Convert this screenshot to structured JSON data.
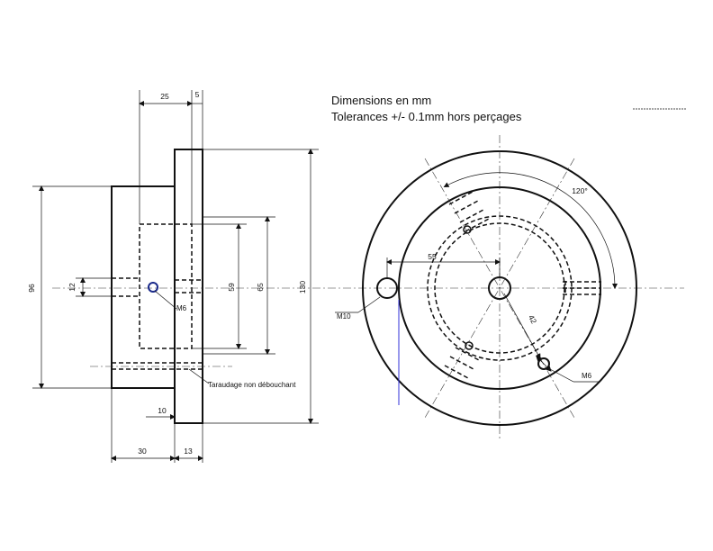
{
  "notes": {
    "line1": "Dimensions en mm",
    "line2": "Tolerances +/- 0.1mm hors perçages"
  },
  "side_view": {
    "dims": {
      "d25": "25",
      "d5": "5",
      "d96": "96",
      "d12": "12",
      "d59": "59",
      "d65": "65",
      "d130": "130",
      "d10": "10",
      "d30": "30",
      "d13": "13"
    },
    "labels": {
      "m6": "M6",
      "tapping": "Taraudage non débouchant"
    }
  },
  "front_view": {
    "dims": {
      "d55": "55",
      "d42": "42",
      "angle": "120°"
    },
    "labels": {
      "m10": "M10",
      "m6": "M6"
    }
  }
}
